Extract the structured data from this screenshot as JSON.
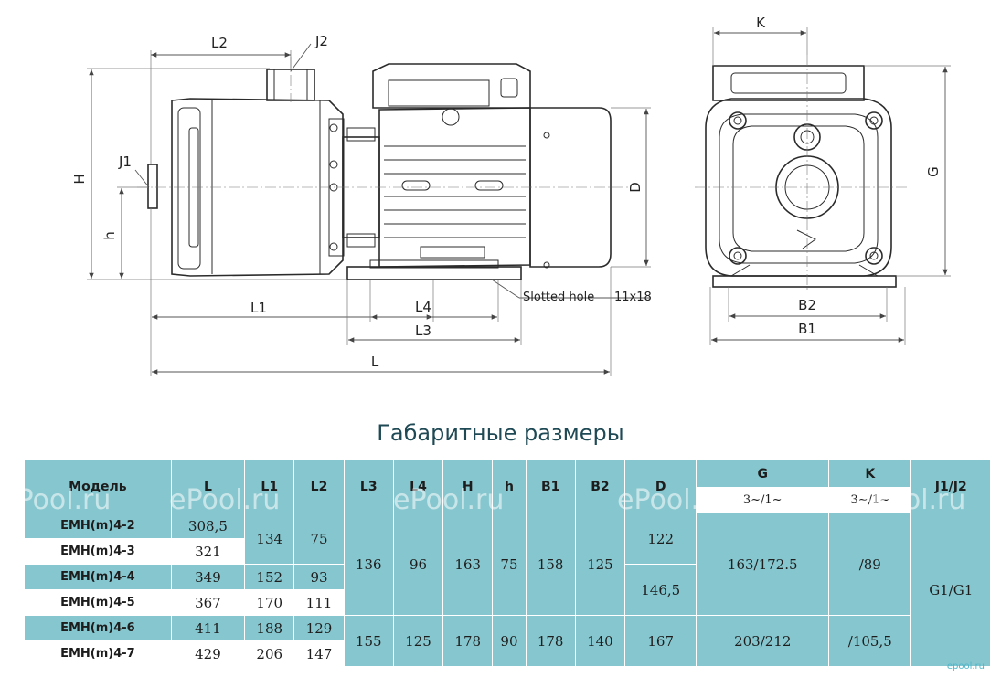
{
  "drawing": {
    "labels": {
      "L": "L",
      "L1": "L1",
      "L2": "L2",
      "L3": "L3",
      "L4": "L4",
      "J1": "J1",
      "J2": "J2",
      "H": "H",
      "h": "h",
      "D": "D",
      "K": "K",
      "G": "G",
      "B1": "B1",
      "B2": "B2",
      "slotted_hole": "Slotted hole",
      "slot_size": "11x18"
    }
  },
  "title": "Габаритные размеры",
  "table": {
    "headers": {
      "model": "Модель",
      "L": "L",
      "L1": "L1",
      "L2": "L2",
      "L3": "L3",
      "L4": "L4",
      "H": "H",
      "h": "h",
      "B1": "B1",
      "B2": "B2",
      "D": "D",
      "G": "G",
      "K": "K",
      "J": "J1/J2"
    },
    "subheaders": {
      "G": "3~/1~",
      "K": "3~/1~"
    },
    "rows": [
      {
        "model": "EMH(m)4-2",
        "L": "308,5"
      },
      {
        "model": "EMH(m)4-3",
        "L": "321"
      },
      {
        "model": "EMH(m)4-4",
        "L": "349",
        "L1": "152",
        "L2": "93"
      },
      {
        "model": "EMH(m)4-5",
        "L": "367",
        "L1": "170",
        "L2": "111"
      },
      {
        "model": "EMH(m)4-6",
        "L": "411",
        "L1": "188",
        "L2": "129"
      },
      {
        "model": "EMH(m)4-7",
        "L": "429",
        "L1": "206",
        "L2": "147"
      }
    ],
    "merged": {
      "L1_top": "134",
      "L2_top": "75",
      "L3_a": "136",
      "L4_a": "96",
      "H_a": "163",
      "h_a": "75",
      "B1_a": "158",
      "B2_a": "125",
      "L3_b": "155",
      "L4_b": "125",
      "H_b": "178",
      "h_b": "90",
      "B1_b": "178",
      "B2_b": "140",
      "D_a": "122",
      "D_b": "146,5",
      "D_c": "167",
      "G_a": "163/172.5",
      "G_b": "203/212",
      "K_a": "/89",
      "K_b": "/105,5",
      "J": "G1/G1"
    }
  },
  "watermarks": [
    "ePool.ru",
    "ePool.ru",
    "ePool.ru",
    "ePool.ru",
    "ePool.ru"
  ],
  "corner_mark": "epool.ru",
  "colors": {
    "teal": "#86c7cf",
    "title": "#1f4a55"
  }
}
